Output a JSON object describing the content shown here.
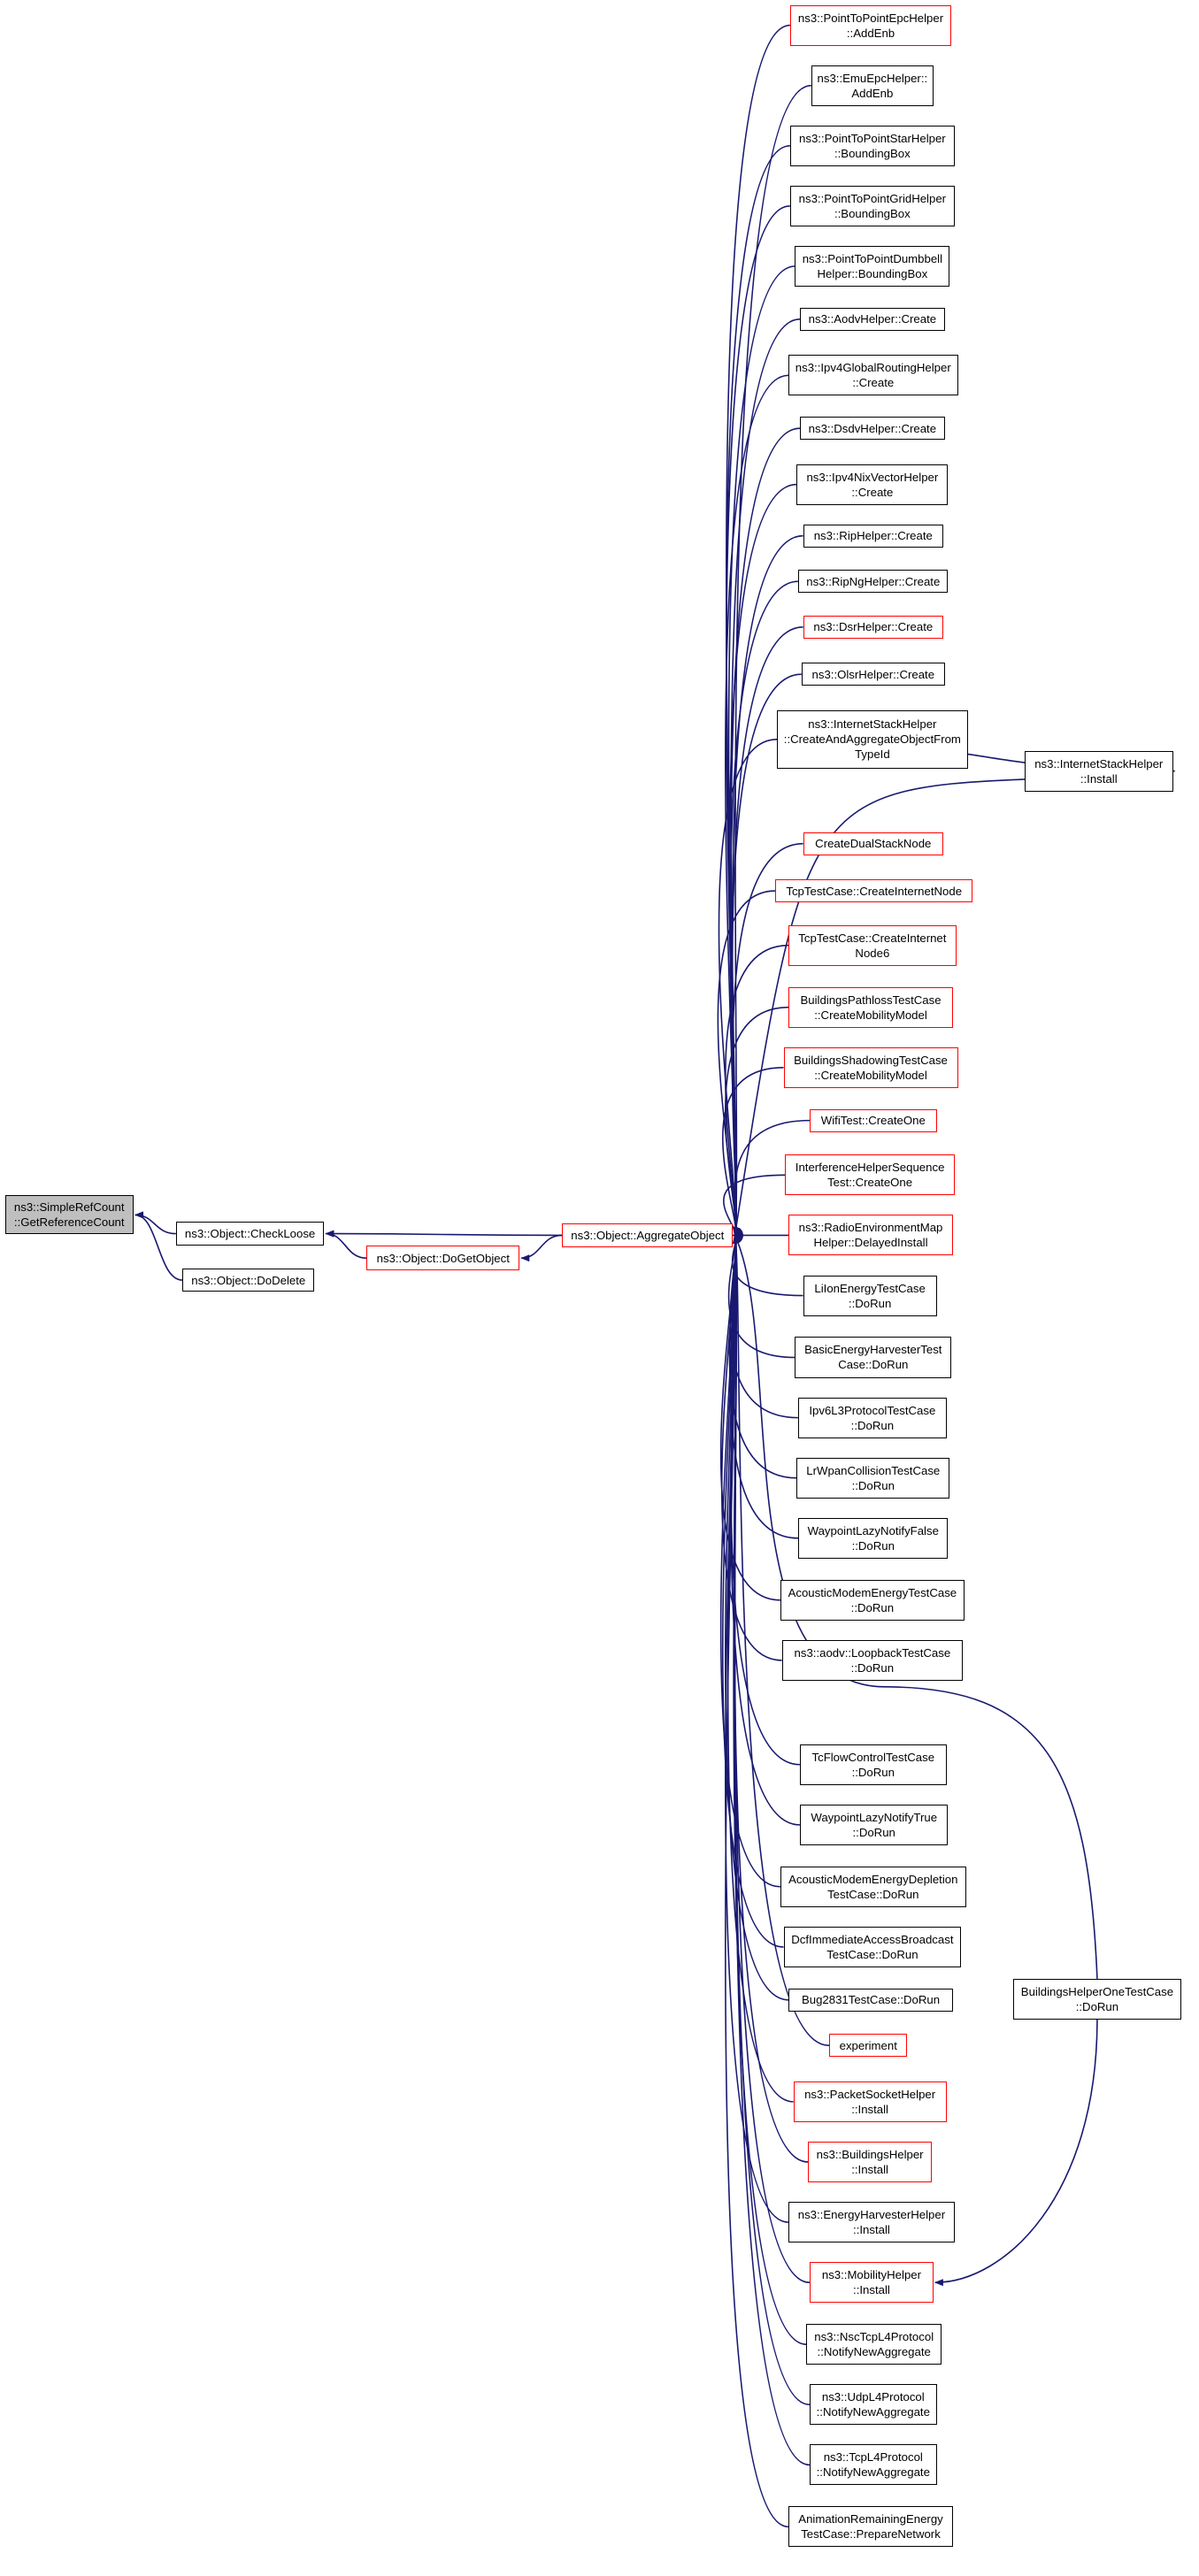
{
  "graph": {
    "edge_color": "#191970",
    "root": {
      "id": "root",
      "label": "ns3::SimpleRefCount\n::GetReferenceCount",
      "fill": "#bfbfbf"
    },
    "nodes": [
      {
        "id": "checkloose",
        "label": "ns3::Object::CheckLoose",
        "border": "black"
      },
      {
        "id": "dodelete",
        "label": "ns3::Object::DoDelete",
        "border": "black"
      },
      {
        "id": "dogetobject",
        "label": "ns3::Object::DoGetObject",
        "border": "red"
      },
      {
        "id": "aggregate",
        "label": "ns3::Object::AggregateObject",
        "border": "red"
      },
      {
        "id": "n01",
        "label": "ns3::PointToPointEpcHelper\n::AddEnb",
        "border": "red"
      },
      {
        "id": "n02",
        "label": "ns3::EmuEpcHelper::\nAddEnb",
        "border": "black"
      },
      {
        "id": "n03",
        "label": "ns3::PointToPointStarHelper\n::BoundingBox",
        "border": "black"
      },
      {
        "id": "n04",
        "label": "ns3::PointToPointGridHelper\n::BoundingBox",
        "border": "black"
      },
      {
        "id": "n05",
        "label": "ns3::PointToPointDumbbell\nHelper::BoundingBox",
        "border": "black"
      },
      {
        "id": "n06",
        "label": "ns3::AodvHelper::Create",
        "border": "black"
      },
      {
        "id": "n07",
        "label": "ns3::Ipv4GlobalRoutingHelper\n::Create",
        "border": "black"
      },
      {
        "id": "n08",
        "label": "ns3::DsdvHelper::Create",
        "border": "black"
      },
      {
        "id": "n09",
        "label": "ns3::Ipv4NixVectorHelper\n::Create",
        "border": "black"
      },
      {
        "id": "n10",
        "label": "ns3::RipHelper::Create",
        "border": "black"
      },
      {
        "id": "n11",
        "label": "ns3::RipNgHelper::Create",
        "border": "black"
      },
      {
        "id": "n12",
        "label": "ns3::DsrHelper::Create",
        "border": "red"
      },
      {
        "id": "n13",
        "label": "ns3::OlsrHelper::Create",
        "border": "black"
      },
      {
        "id": "n14",
        "label": "ns3::InternetStackHelper\n::CreateAndAggregateObjectFrom\nTypeId",
        "border": "black"
      },
      {
        "id": "n15",
        "label": "CreateDualStackNode",
        "border": "red"
      },
      {
        "id": "n16",
        "label": "TcpTestCase::CreateInternetNode",
        "border": "red"
      },
      {
        "id": "n17",
        "label": "TcpTestCase::CreateInternet\nNode6",
        "border": "red"
      },
      {
        "id": "n18",
        "label": "BuildingsPathlossTestCase\n::CreateMobilityModel",
        "border": "red"
      },
      {
        "id": "n19",
        "label": "BuildingsShadowingTestCase\n::CreateMobilityModel",
        "border": "red"
      },
      {
        "id": "n20",
        "label": "WifiTest::CreateOne",
        "border": "red"
      },
      {
        "id": "n21",
        "label": "InterferenceHelperSequence\nTest::CreateOne",
        "border": "red"
      },
      {
        "id": "n22",
        "label": "ns3::RadioEnvironmentMap\nHelper::DelayedInstall",
        "border": "red"
      },
      {
        "id": "n23",
        "label": "LiIonEnergyTestCase\n::DoRun",
        "border": "black"
      },
      {
        "id": "n24",
        "label": "BasicEnergyHarvesterTest\nCase::DoRun",
        "border": "black"
      },
      {
        "id": "n25",
        "label": "Ipv6L3ProtocolTestCase\n::DoRun",
        "border": "black"
      },
      {
        "id": "n26",
        "label": "LrWpanCollisionTestCase\n::DoRun",
        "border": "black"
      },
      {
        "id": "n27",
        "label": "WaypointLazyNotifyFalse\n::DoRun",
        "border": "black"
      },
      {
        "id": "n28",
        "label": "AcousticModemEnergyTestCase\n::DoRun",
        "border": "black"
      },
      {
        "id": "n29",
        "label": "ns3::aodv::LoopbackTestCase\n::DoRun",
        "border": "black"
      },
      {
        "id": "n30",
        "label": "TcFlowControlTestCase\n::DoRun",
        "border": "black"
      },
      {
        "id": "n31",
        "label": "WaypointLazyNotifyTrue\n::DoRun",
        "border": "black"
      },
      {
        "id": "n32",
        "label": "AcousticModemEnergyDepletion\nTestCase::DoRun",
        "border": "black"
      },
      {
        "id": "n33",
        "label": "DcfImmediateAccessBroadcast\nTestCase::DoRun",
        "border": "black"
      },
      {
        "id": "n34",
        "label": "Bug2831TestCase::DoRun",
        "border": "black"
      },
      {
        "id": "n35",
        "label": "experiment",
        "border": "red"
      },
      {
        "id": "n36",
        "label": "ns3::PacketSocketHelper\n::Install",
        "border": "red"
      },
      {
        "id": "n37",
        "label": "ns3::BuildingsHelper\n::Install",
        "border": "red"
      },
      {
        "id": "n38",
        "label": "ns3::EnergyHarvesterHelper\n::Install",
        "border": "black"
      },
      {
        "id": "n39",
        "label": "ns3::MobilityHelper\n::Install",
        "border": "red"
      },
      {
        "id": "n40",
        "label": "ns3::NscTcpL4Protocol\n::NotifyNewAggregate",
        "border": "black"
      },
      {
        "id": "n41",
        "label": "ns3::UdpL4Protocol\n::NotifyNewAggregate",
        "border": "black"
      },
      {
        "id": "n42",
        "label": "ns3::TcpL4Protocol\n::NotifyNewAggregate",
        "border": "black"
      },
      {
        "id": "n43",
        "label": "AnimationRemainingEnergy\nTestCase::PrepareNetwork",
        "border": "black"
      },
      {
        "id": "ish_install",
        "label": "ns3::InternetStackHelper\n::Install",
        "border": "black"
      },
      {
        "id": "bhotc",
        "label": "BuildingsHelperOneTestCase\n::DoRun",
        "border": "black"
      }
    ],
    "edges": [
      [
        "checkloose",
        "root"
      ],
      [
        "dodelete",
        "root"
      ],
      [
        "aggregate",
        "checkloose"
      ],
      [
        "dogetobject",
        "checkloose"
      ],
      [
        "aggregate",
        "dogetobject"
      ],
      [
        "n14",
        "ish_install"
      ],
      [
        "bhotc",
        "n39"
      ]
    ]
  }
}
